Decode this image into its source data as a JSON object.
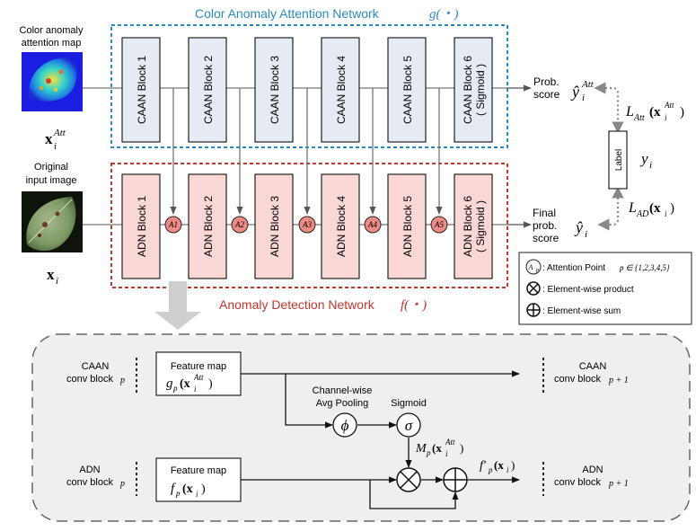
{
  "caan": {
    "title": "Color Anomaly Attention Network",
    "func": "g(・)",
    "blocks": [
      "CAAN Block 1",
      "CAAN Block 2",
      "CAAN Block 3",
      "CAAN Block 4",
      "CAAN Block 5",
      "CAAN Block 6"
    ],
    "block6_sub": "( Sigmoid )",
    "input_label": [
      "Color anomaly",
      "attention map"
    ],
    "input_var": "x",
    "input_var_sup": "Att",
    "input_var_sub": "i",
    "output_label": [
      "Prob.",
      "score"
    ],
    "output_var": "ŷ",
    "output_var_sup": "Att",
    "output_var_sub": "i",
    "loss": "L",
    "loss_sub": "Att",
    "loss_arg": "(x",
    "loss_arg_sup": "Att",
    "loss_arg_sub": "i",
    "loss_close": ")"
  },
  "adn": {
    "title": "Anomaly Detection Network",
    "func": "f(・)",
    "blocks": [
      "ADN Block 1",
      "ADN Block 2",
      "ADN Block 3",
      "ADN Block 4",
      "ADN Block 5",
      "ADN Block 6"
    ],
    "block6_sub": "( Sigmoid )",
    "attention_points": [
      "A1",
      "A2",
      "A3",
      "A4",
      "A5"
    ],
    "input_label": [
      "Original",
      "input image"
    ],
    "input_var": "x",
    "input_var_sub": "i",
    "output_label": [
      "Final",
      "prob.",
      "score"
    ],
    "output_var": "ŷ",
    "output_var_sub": "i",
    "loss": "L",
    "loss_sub": "AD",
    "loss_arg": "(x",
    "loss_arg_sub": "i",
    "loss_close": ")"
  },
  "label_box": {
    "text": "Label",
    "var": "y",
    "var_sub": "i"
  },
  "legend": {
    "attention_point": ": Attention Point",
    "attention_point_set": "p ∈ {1,2,3,4,5}",
    "product": ": Element-wise product",
    "sum": ": Element-wise sum",
    "symbol": "A",
    "symbol_sub": "p"
  },
  "detail": {
    "caan_left": [
      "CAAN",
      "conv block"
    ],
    "caan_left_p": "p",
    "adn_left": [
      "ADN",
      "conv block"
    ],
    "adn_left_p": "p",
    "caan_right": [
      "CAAN",
      "conv block"
    ],
    "caan_right_p": "p + 1",
    "adn_right": [
      "ADN",
      "conv block"
    ],
    "adn_right_p": "p + 1",
    "feature_map_label": "Feature map",
    "fm_top_var": "g",
    "fm_top_sub": "p",
    "fm_top_arg": "(x",
    "fm_top_sup": "Att",
    "fm_top_argsub": "i",
    "fm_bottom_var": "f",
    "fm_bottom_sub": "p",
    "fm_bottom_arg": "(x",
    "fm_bottom_argsub": "i",
    "pooling_label": [
      "Channel-wise",
      "Avg Pooling"
    ],
    "sigmoid_label": "Sigmoid",
    "phi": "ϕ",
    "sigma": "σ",
    "mask_var": "M",
    "mask_sub": "p",
    "mask_arg": "(x",
    "mask_sup": "Att",
    "mask_argsub": "i",
    "out_var": "f′",
    "out_sub": "p",
    "out_arg": "(x",
    "out_argsub": "i"
  },
  "colors": {
    "caan_border": "#2a8bbf",
    "adn_border": "#c0362c",
    "caan_block": "#e6ebf3",
    "adn_block": "#f8d7d4",
    "attention_fill": "#ee8a84",
    "detail_bg": "#efefef"
  }
}
